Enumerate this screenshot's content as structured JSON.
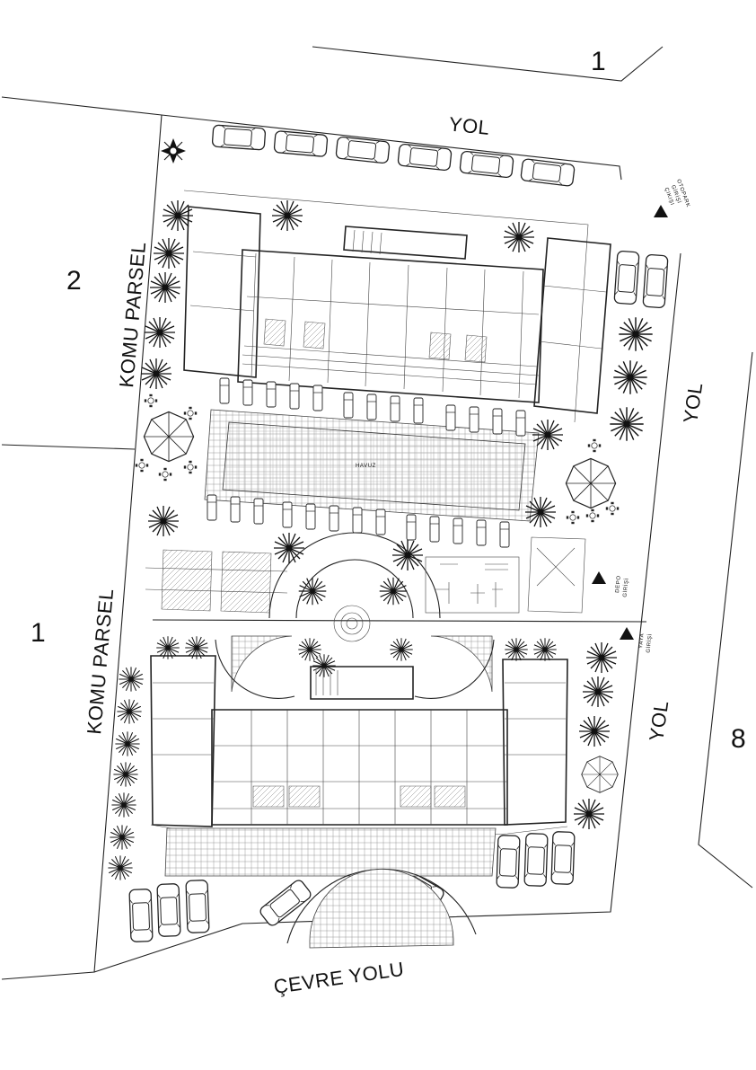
{
  "plot_labels": {
    "top_number": "1",
    "left_upper_number": "2",
    "left_lower_number": "1",
    "right_number": "8"
  },
  "roads": {
    "top_road": "YOL",
    "right_road_upper": "YOL",
    "right_road_lower": "YOL",
    "bottom_road": "ÇEVRE YOLU"
  },
  "neighbors": {
    "left_upper": "KOMU PARSEL",
    "left_lower": "KOMU PARSEL"
  },
  "entrances": {
    "parking": [
      "OTOPARK",
      "GİRİŞİ",
      "ÇIKIŞI"
    ],
    "storage": [
      "DEPO",
      "GİRİŞİ"
    ],
    "pedestrian": [
      "YAYA",
      "GİRİŞİ"
    ]
  },
  "pool_label": "HAVUZ",
  "icons": [
    "north-arrow-icon",
    "palm-tree-icon",
    "parasol-icon",
    "car-icon",
    "entrance-triangle-icon"
  ]
}
